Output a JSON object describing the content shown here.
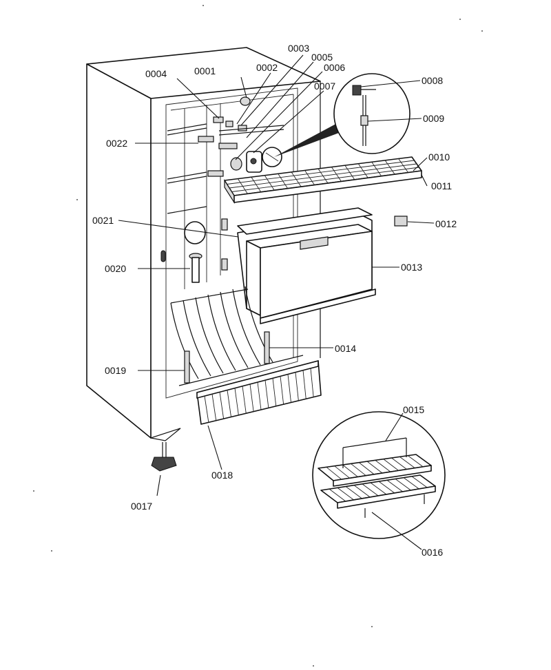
{
  "parts": {
    "p0001": "0001",
    "p0002": "0002",
    "p0003": "0003",
    "p0004": "0004",
    "p0005": "0005",
    "p0006": "0006",
    "p0007": "0007",
    "p0008": "0008",
    "p0009": "0009",
    "p0010": "0010",
    "p0011": "0011",
    "p0012": "0012",
    "p0013": "0013",
    "p0014": "0014",
    "p0015": "0015",
    "p0016": "0016",
    "p0017": "0017",
    "p0018": "0018",
    "p0019": "0019",
    "p0020": "0020",
    "p0021": "0021",
    "p0022": "0022"
  }
}
